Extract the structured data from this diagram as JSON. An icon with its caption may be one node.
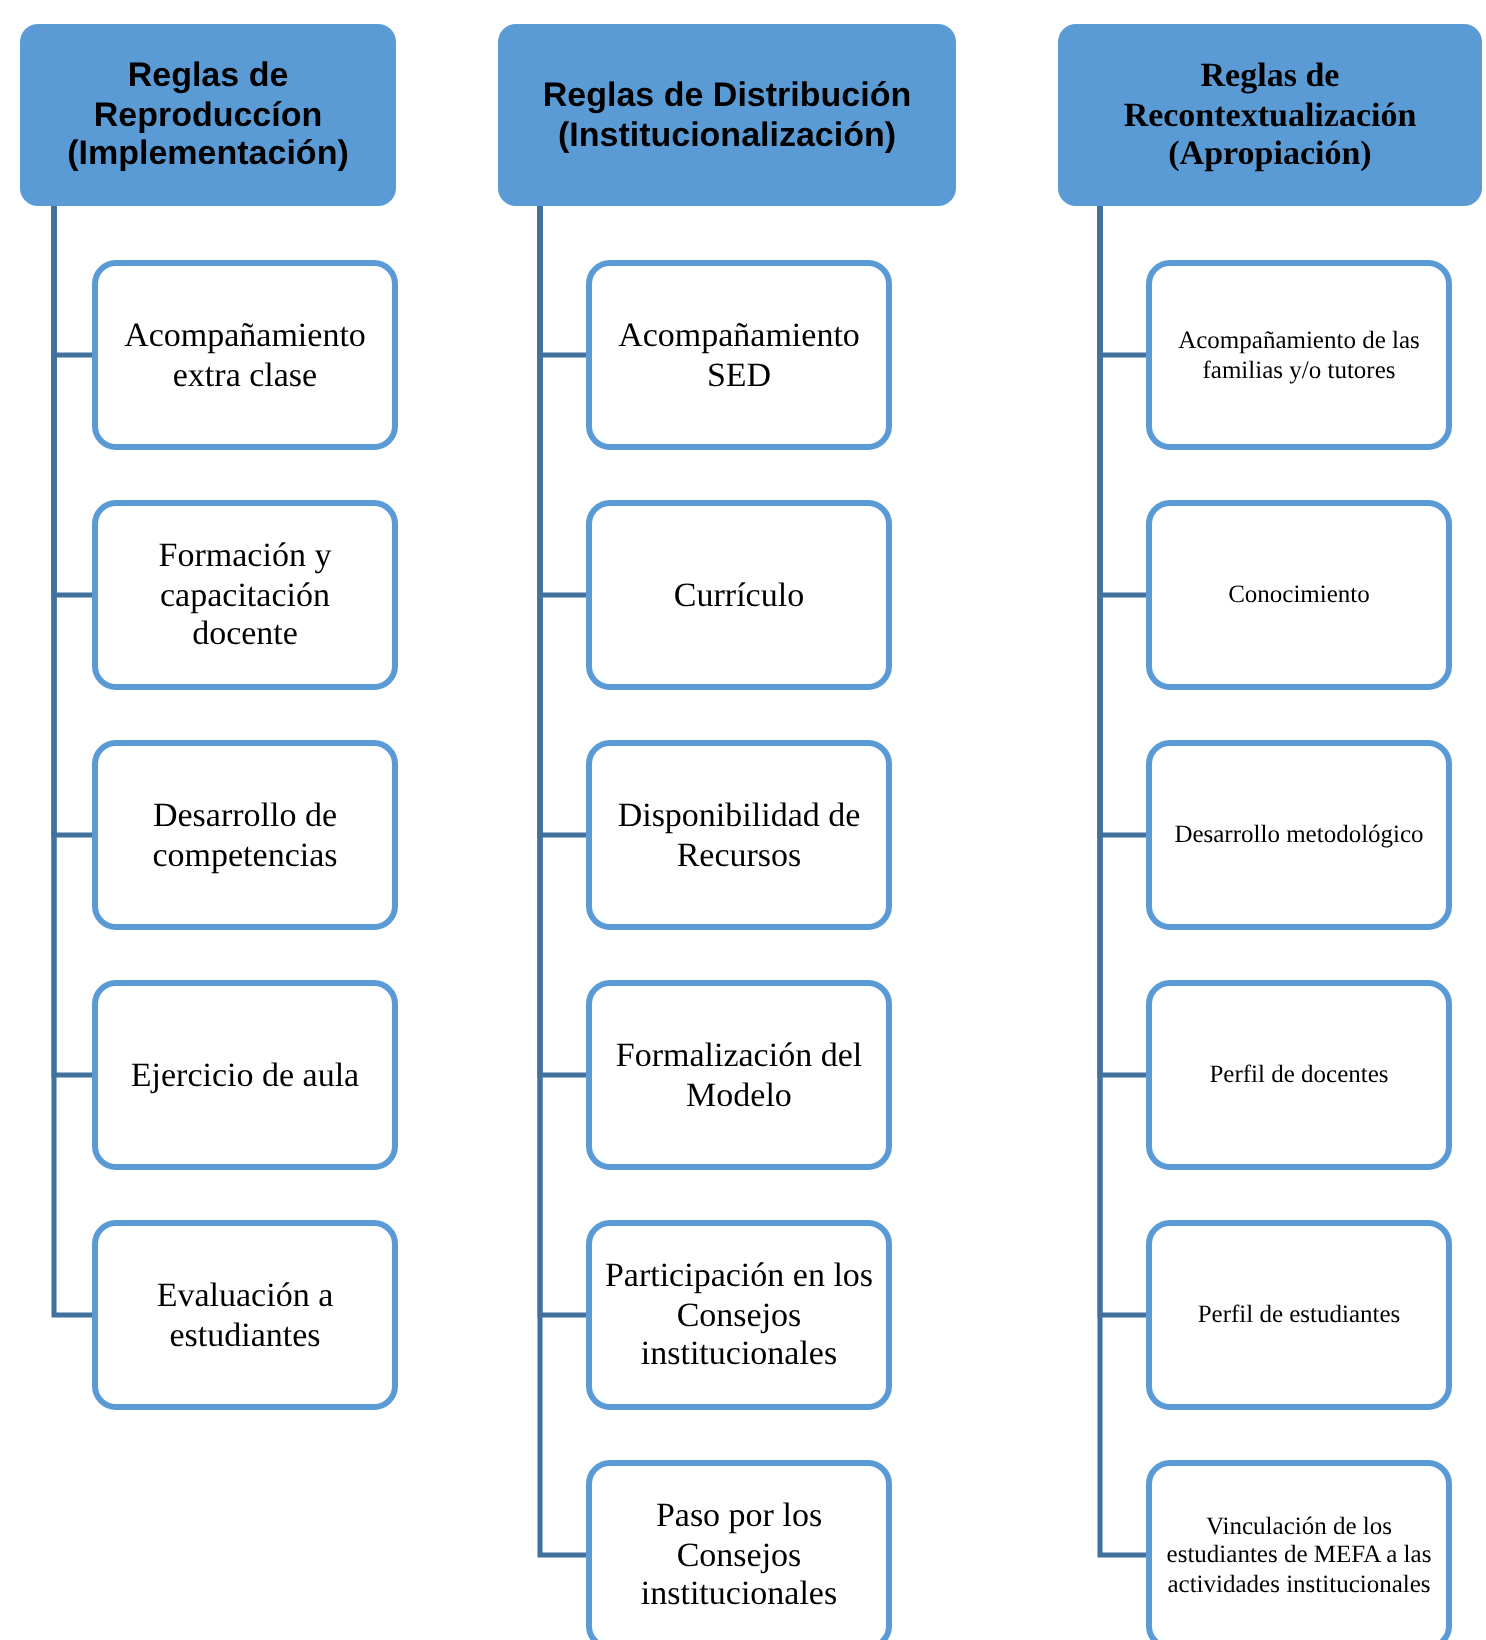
{
  "diagram": {
    "nodes": [
      {
        "text": [
          "Reglas de Reproduccíon (Implementación)"
        ]
      },
      {
        "text": [
          "Acompañamiento extra clase"
        ]
      },
      {
        "text": [
          "Formación y capacitación docente"
        ]
      },
      {
        "text": [
          "Desarrollo de competencias"
        ]
      },
      {
        "text": [
          "Ejercicio de aula"
        ]
      },
      {
        "text": [
          "Evaluación a estudiantes"
        ]
      },
      {
        "text": [
          "Reglas de Distribución (Institucionalización)"
        ]
      },
      {
        "text": [
          "Acompañamiento SED"
        ]
      },
      {
        "text": [
          "Currículo"
        ]
      },
      {
        "text": [
          "Disponibilidad de Recursos"
        ]
      },
      {
        "text": [
          "Formalización del Modelo"
        ]
      },
      {
        "text": [
          "Participación en los Consejos institucionales"
        ]
      },
      {
        "text": [
          "Paso por los Consejos institucionales"
        ]
      },
      {
        "text": [
          "Reglas de Recontextualización (Apropiación)"
        ]
      },
      {
        "text": [
          "Acompañamiento de las familias y/o tutores"
        ]
      },
      {
        "text": [
          "Conocimiento"
        ]
      },
      {
        "text": [
          "Desarrollo metodológico"
        ]
      },
      {
        "text": [
          "Perfil de docentes"
        ]
      },
      {
        "text": [
          "Perfil de estudiantes"
        ]
      },
      {
        "text": [
          "Vinculación de los estudiantes de MEFA a las actividades institucionales"
        ]
      }
    ],
    "edges": [
      {
        "from": 0,
        "to": 1,
        "arrow": "none"
      },
      {
        "from": 0,
        "to": 2,
        "arrow": "none"
      },
      {
        "from": 0,
        "to": 3,
        "arrow": "none"
      },
      {
        "from": 0,
        "to": 4,
        "arrow": "none"
      },
      {
        "from": 0,
        "to": 5,
        "arrow": "none"
      },
      {
        "from": 6,
        "to": 7,
        "arrow": "none"
      },
      {
        "from": 6,
        "to": 8,
        "arrow": "none"
      },
      {
        "from": 6,
        "to": 9,
        "arrow": "none"
      },
      {
        "from": 6,
        "to": 10,
        "arrow": "none"
      },
      {
        "from": 6,
        "to": 11,
        "arrow": "none"
      },
      {
        "from": 6,
        "to": 12,
        "arrow": "none"
      },
      {
        "from": 13,
        "to": 14,
        "arrow": "none"
      },
      {
        "from": 13,
        "to": 15,
        "arrow": "none"
      },
      {
        "from": 13,
        "to": 16,
        "arrow": "none"
      },
      {
        "from": 13,
        "to": 17,
        "arrow": "none"
      },
      {
        "from": 13,
        "to": 18,
        "arrow": "none"
      },
      {
        "from": 13,
        "to": 19,
        "arrow": "none"
      }
    ]
  }
}
